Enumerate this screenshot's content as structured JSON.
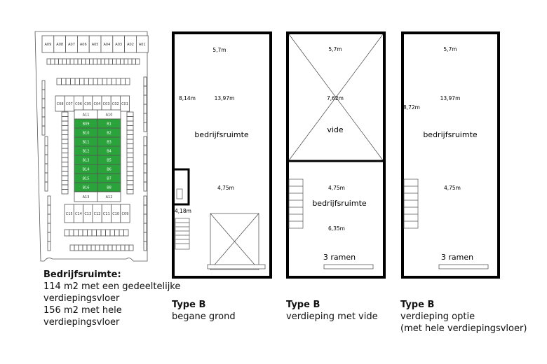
{
  "site_plan": {
    "row_a_top": [
      "A09",
      "A08",
      "A07",
      "A06",
      "A05",
      "A04",
      "A03",
      "A02",
      "A01"
    ],
    "row_c_top": [
      "C08",
      "C07",
      "C06",
      "C05",
      "C04",
      "C03",
      "C02",
      "C01"
    ],
    "a_upper": [
      "A11",
      "A10"
    ],
    "b_left": [
      "B09",
      "B10",
      "B11",
      "B12",
      "B13",
      "B14",
      "B15",
      "B16"
    ],
    "b_right": [
      "B1",
      "B2",
      "B3",
      "B4",
      "B5",
      "B6",
      "B7",
      "B8"
    ],
    "a_lower": [
      "A13",
      "A12"
    ],
    "row_c_bottom": [
      "C15",
      "C14",
      "C13",
      "C12",
      "C11",
      "C10",
      "C09"
    ],
    "highlight_color": "#2aa33a"
  },
  "description": {
    "title": "Bedrijfsruimte:",
    "lines": [
      "114 m2 met een gedeeltelijke",
      "verdiepingsvloer",
      "156 m2 met hele",
      "verdiepingsvloer"
    ]
  },
  "plans": [
    {
      "type": "Type B",
      "subtitle": [
        "begane grond"
      ],
      "width_top": "5,7m",
      "dim_a": "8,14m",
      "dim_b": "13,97m",
      "room": "bedrijfsruimte",
      "width_mid": "4,75m",
      "dim_c": "4,18m"
    },
    {
      "type": "Type B",
      "subtitle": [
        "verdieping met vide"
      ],
      "width_top": "5,7m",
      "dim_a": "7,62m",
      "void": "vide",
      "width_mid": "4,75m",
      "room": "bedrijfsruimte",
      "dim_c": "6,35m",
      "windows": "3 ramen"
    },
    {
      "type": "Type B",
      "subtitle": [
        "verdieping optie",
        "(met hele verdiepingsvloer)"
      ],
      "width_top": "5,7m",
      "dim_b": "13,97m",
      "dim_a": "8,72m",
      "room": "bedrijfsruimte",
      "width_mid": "4,75m",
      "windows": "3 ramen"
    }
  ]
}
